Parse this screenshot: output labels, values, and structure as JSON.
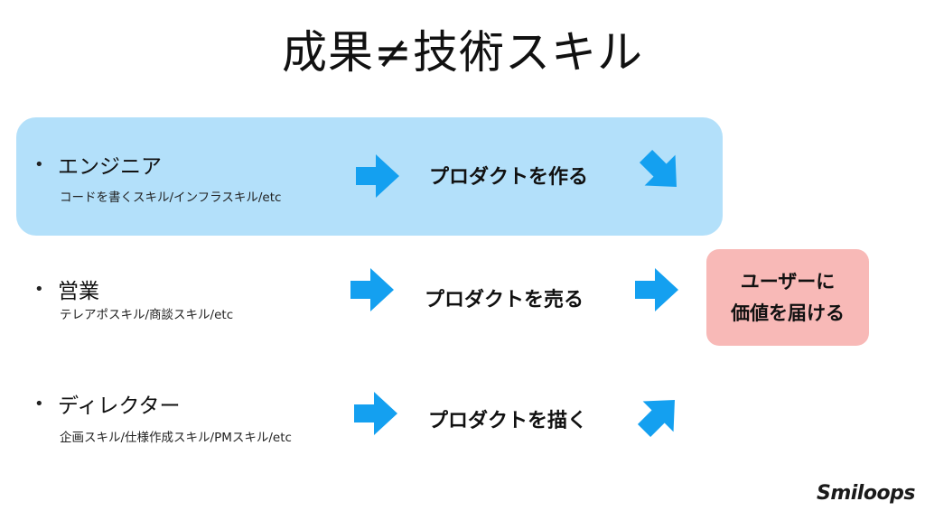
{
  "title": "成果≠技術スキル",
  "rows": [
    {
      "role": "エンジニア",
      "skills": "コードを書くスキル/インフラスキル/etc",
      "action": "プロダクトを作る"
    },
    {
      "role": "営業",
      "skills": "テレアポスキル/商談スキル/etc",
      "action": "プロダクトを売る"
    },
    {
      "role": "ディレクター",
      "skills": "企画スキル/仕様作成スキル/PMスキル/etc",
      "action": "プロダクトを描く"
    }
  ],
  "goal": {
    "line1": "ユーザーに",
    "line2": "価値を届ける"
  },
  "logo": "Smiloops",
  "colors": {
    "arrow": "#14a0f0",
    "highlight": "#b3e0fa",
    "goal": "#f8b9b7"
  }
}
